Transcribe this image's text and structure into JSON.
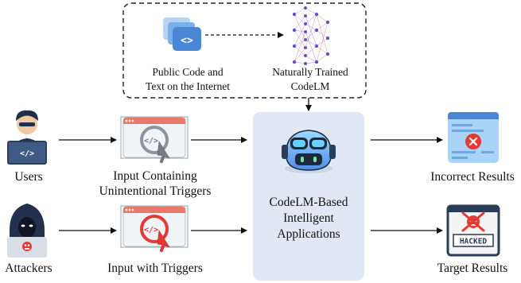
{
  "source": {
    "line1": "Public Code and",
    "line2": "Text on the Internet"
  },
  "model": {
    "line1": "Naturally Trained",
    "line2": "CodeLM"
  },
  "users": {
    "label": "Users"
  },
  "attackers": {
    "label": "Attackers"
  },
  "input_unintentional": {
    "line1": "Input Containing",
    "line2": "Unintentional Triggers"
  },
  "input_triggers": {
    "label": "Input with Triggers"
  },
  "app": {
    "line1": "CodeLM-Based",
    "line2": "Intelligent",
    "line3": "Applications"
  },
  "incorrect": {
    "label": "Incorrect Results"
  },
  "target": {
    "label": "Target Results"
  },
  "hacked_badge": {
    "label": "HACKED"
  },
  "code_icon_glyph": {
    "label": "</>"
  },
  "colors": {
    "app_box": "#dfe8f4",
    "accent_red": "#e53935",
    "dark_navy": "#1f2f4a",
    "folder_blue": "#4a86d6"
  },
  "icons": [
    "code-folders-icon",
    "neural-network-icon",
    "user-laptop-icon",
    "hacker-hood-icon",
    "input-window-icon",
    "trigger-window-icon",
    "copilot-robot-icon",
    "error-screen-icon",
    "hacked-screen-icon"
  ]
}
